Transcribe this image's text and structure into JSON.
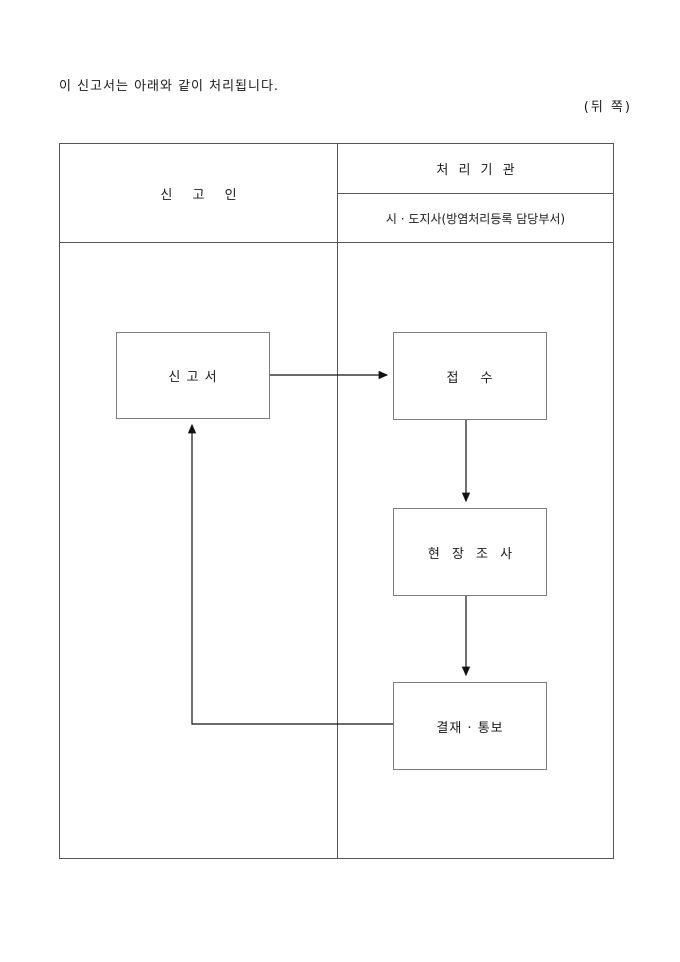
{
  "page": {
    "intro_text": "이 신고서는 아래와 같이 처리됩니다.",
    "back_side_label": "(뒤 쪽)"
  },
  "table": {
    "left_header": "신 고 인",
    "right_header": "처 리 기 관",
    "right_subheader": "시 · 도지사(방염처리등록 담당부서)"
  },
  "flow": {
    "nodes": [
      {
        "id": "report",
        "label": "신 고 서",
        "column": "left"
      },
      {
        "id": "receipt",
        "label": "접 수",
        "column": "right"
      },
      {
        "id": "site",
        "label": "현 장 조 사",
        "column": "right"
      },
      {
        "id": "approval",
        "label": "결재 · 통보",
        "column": "right"
      }
    ],
    "edges": [
      {
        "from": "report",
        "to": "receipt"
      },
      {
        "from": "receipt",
        "to": "site"
      },
      {
        "from": "site",
        "to": "approval"
      },
      {
        "from": "approval",
        "to": "report"
      }
    ]
  },
  "colors": {
    "background": "#ffffff",
    "table_border": "#555555",
    "node_border": "#7c7c7c",
    "arrow": "#111111",
    "text": "#1a1a1a"
  }
}
